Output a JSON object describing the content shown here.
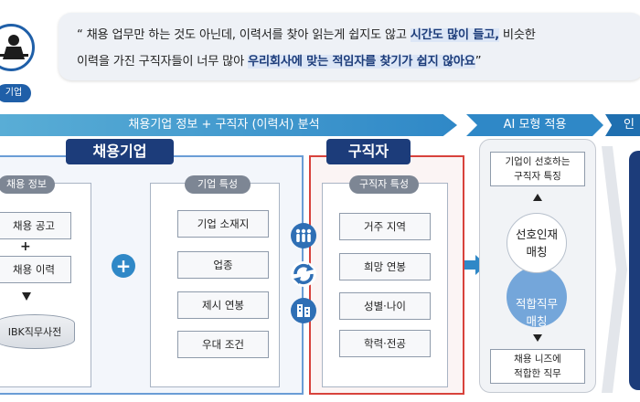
{
  "quote": {
    "line1_pre": "“ 채용 업무만 하는 것도 아닌데, 이력서를 찾아 읽는게  쉽지도  않고 ",
    "line1_hl": "시간도 많이 들고,",
    "line1_post": " 비슷한",
    "line2_pre": "이력을 가진 구직자들이 너무 많아 ",
    "line2_hl": "우리회사에 맞는 적임자를 찾기가 쉽지 않아요",
    "line2_post": "”"
  },
  "avatar_badge": "기업",
  "banners": {
    "main": "채용기업 정보 + 구직자 (이력서) 분석",
    "ai": "AI 모형 적용",
    "third": "인"
  },
  "company": {
    "tab": "채용기업",
    "info_pill": "채용 정보",
    "info_items": [
      "채용 공고",
      "채용 이력"
    ],
    "plus": "+",
    "dictionary": "IBK직무사전",
    "feature_pill": "기업 특성",
    "feature_items": [
      "기업 소재지",
      "업종",
      "제시 연봉",
      "우대 조건"
    ]
  },
  "seeker": {
    "tab": "구직자",
    "feature_pill": "구직자 특성",
    "feature_items": [
      "거주 지역",
      "희망 연봉",
      "성별·나이",
      "학력·전공"
    ]
  },
  "ai": {
    "top_line1": "기업이 선호하는",
    "top_line2": "구직자 특징",
    "circle1_line1": "선호인재",
    "circle1_line2": "매칭",
    "circle2_line1": "적합직무",
    "circle2_line2": "매칭",
    "bottom_line1": "채용 니즈에",
    "bottom_line2": "적합한 직무"
  },
  "icons": {
    "avatar": "person-at-desk-icon",
    "plus": "plus-circle-icon",
    "people": "people-group-icon",
    "sync": "sync-arrows-icon",
    "building": "building-icon",
    "arrow": "right-arrow-icon"
  },
  "colors": {
    "navy": "#1c3c7a",
    "blue": "#2f88c7",
    "light_blue_banner": "#5aaed6",
    "red_border": "#d8423c",
    "company_border": "#6a9dd6",
    "pill_gray": "#7d8694"
  }
}
